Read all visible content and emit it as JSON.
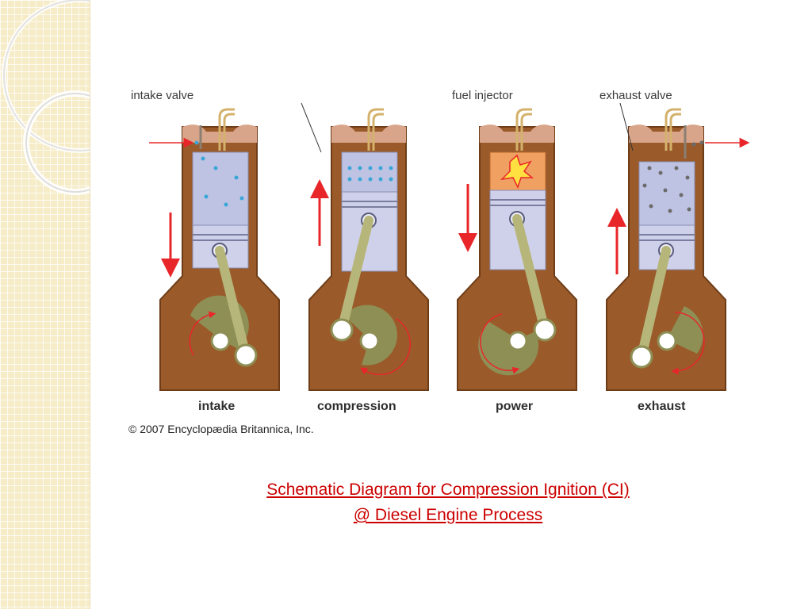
{
  "labels": {
    "intake_valve": "intake valve",
    "fuel_injector": "fuel injector",
    "exhaust_valve": "exhaust valve"
  },
  "stages": [
    {
      "label": "intake"
    },
    {
      "label": "compression"
    },
    {
      "label": "power"
    },
    {
      "label": "exhaust"
    }
  ],
  "copyright": "© 2007 Encyclopædia Britannica, Inc.",
  "caption": {
    "line1": "Schematic Diagram for Compression Ignition (CI)",
    "line2": "@ Diesel Engine Process"
  },
  "colors": {
    "engine_block": "#9a5a2a",
    "block_outline": "#6e3d18",
    "cylinder": "#bfc3e3",
    "piston": "#cfd1ea",
    "crank": "#8e8f55",
    "rod": "#b7b67a",
    "arrow": "#e8262a",
    "air_dots": "#3aa6d8",
    "exhaust_dots": "#6b6b6b",
    "combustion": "#f0a060",
    "caption": "#cc0000"
  }
}
